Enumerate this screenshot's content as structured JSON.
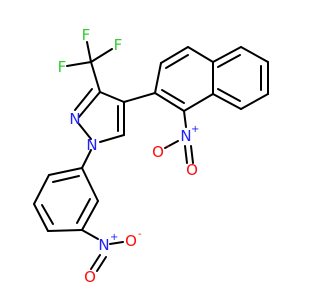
{
  "molecule": {
    "colors": {
      "bond": "#000000",
      "nitrogen": "#2020ff",
      "oxygen": "#ff0d0d",
      "fluorine": "#33cc33",
      "background": "#ffffff"
    },
    "labels": {
      "f1": "F",
      "f2": "F",
      "f3": "F",
      "pyrazole_n2": "N",
      "pyrazole_n1": "N",
      "nitro1_n": "N",
      "nitro1_n_charge": "+",
      "nitro1_o_single": "O",
      "nitro1_o_single_charge": "-",
      "nitro1_o_double": "O",
      "nitro2_n": "N",
      "nitro2_n_charge": "+",
      "nitro2_o_single": "O",
      "nitro2_o_single_charge": "-",
      "nitro2_o_double": "O"
    }
  }
}
